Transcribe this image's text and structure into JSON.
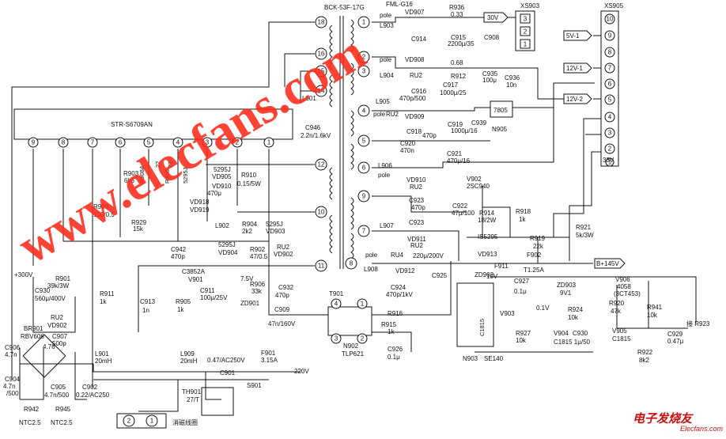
{
  "transformer": {
    "name": "BCK-53F-17G",
    "primary_pins": [
      "18",
      "16",
      "15",
      "14",
      "12",
      "10",
      "11"
    ],
    "secondary_pins": [
      "1",
      "2",
      "3",
      "4",
      "5",
      "6",
      "9",
      "7",
      "8"
    ]
  },
  "ic_main": {
    "name": "STR-S6709AN",
    "pins": [
      "9",
      "8",
      "7",
      "6",
      "5",
      "4",
      "3",
      "2",
      "1"
    ]
  },
  "connectors": {
    "xs903": {
      "name": "XS903",
      "pins": [
        "3",
        "2",
        "1"
      ]
    },
    "xs905": {
      "name": "XS905",
      "pins": [
        "10",
        "9",
        "8",
        "7",
        "6",
        "5",
        "4",
        "3",
        "2",
        "1"
      ]
    }
  },
  "outputs": {
    "v30": "30V",
    "v5": "5V-1",
    "v12a": "12V-1",
    "v12b": "12V-2",
    "v33": "33V",
    "b145": "B+145V",
    "to_r923": "接 R923"
  },
  "parts": {
    "fml": "FML-G16",
    "vd907": "VD907",
    "r936": "R936",
    "r936v": "0.33",
    "l903": "L903",
    "pole": "pole",
    "c915": "C915",
    "c915v": "2200μ/35",
    "c914": "C914",
    "c908": "C908",
    "vd908": "VD908",
    "ru2a": "RU2",
    "r912v": "0.68",
    "r912": "R912",
    "l904": "L904",
    "c916": "C916",
    "c916v": "470p/500",
    "c917": "C917",
    "c917v": "1000μ/25",
    "c935": "C935",
    "c935v": "100μ",
    "c936": "C936",
    "c936v": "10n",
    "l905": "L905",
    "ru2b": "RU2",
    "vd909": "VD909",
    "c918": "C918",
    "c918v": "470p",
    "c919": "C919",
    "c919v": "1000μ/16",
    "c939": "C939",
    "ic7805": "7805",
    "n905": "N905",
    "c920": "C920",
    "c920v": "470n",
    "c921": "C921",
    "c921v": "470μ/16",
    "l906": "L906",
    "vd910": "VD910",
    "ru2c": "RU2",
    "c923": "C923",
    "c923v": "470p",
    "l907": "L907",
    "vd911": "VD911",
    "ru2d": "RU2",
    "c922": "C922",
    "c922v": "47μ/100",
    "v902": "V902",
    "v902t": "2SC940",
    "r914": "R914",
    "r914v": "18/2W",
    "r918": "R918",
    "r918v": "1k",
    "r921": "R921",
    "r921v": "5k/3W",
    "r919": "R919",
    "r919v": "22k",
    "is5295": "IS5295",
    "vd913": "VD913",
    "l908": "L908",
    "ru4": "RU4",
    "vd912": "VD912",
    "c924": "C924",
    "c924v": "470p/1kV",
    "c925": "C925",
    "c925v": "220μ/200V",
    "f902": "F902",
    "f902v": "T1.25A",
    "f911": "F911",
    "zd902": "ZD902",
    "zd902v": "10V",
    "c927": "C927",
    "c927v": "0.1μ",
    "zd903": "ZD903",
    "zd903v": "9V1",
    "v01": "0.1V",
    "r924": "R924",
    "r924v": "10k",
    "v903": "V903",
    "c1815a": "C1815",
    "r927": "R927",
    "r927v": "10k",
    "v904": "V904",
    "c930": "C930",
    "c930v": "C1815 1μ/50",
    "n903": "N903",
    "se140": "SE140",
    "v906": "V906",
    "v906t": "4058",
    "v906t2": "(3CT453)",
    "r920": "R920",
    "r920v": "47k",
    "r941": "R941",
    "r941v": "10k",
    "v905": "V905",
    "c1815b": "C1815",
    "c929": "C929",
    "c929v": "0.47μ",
    "r922": "R922",
    "r922v": "8k2",
    "t901": "T901",
    "r916": "R916",
    "r915": "R915",
    "r915v": "1k",
    "n902": "N902",
    "tlp621": "TLP621",
    "c926": "C926",
    "c926v": "0.1μ",
    "r903": "R903",
    "r903v": "6k8",
    "r908a": "R908A",
    "r908av": "22",
    "r908": "R908",
    "r908v": "22",
    "r909": "R909",
    "r909v": "100/0.5",
    "r5295j": "5295J",
    "vd905": "VD905",
    "vd910b": "VD910",
    "c910v": "470μ",
    "r910": "R910",
    "r910v": "0.15/5W",
    "vd918": "VD918",
    "vd919": "VD919",
    "r929": "R929",
    "r929v": "15k",
    "l901": "L901",
    "c946": "C946",
    "c946v": "2.2n/1.6kV",
    "l902": "L902",
    "r904": "R904",
    "r904v": "2k2",
    "vd903": "VD903",
    "r5295j2": "5295J",
    "vd904": "VD904",
    "r5295j3": "5295J",
    "c942": "C942",
    "c942v": "470p",
    "c3852a": "C3852A",
    "v901": "V901",
    "r902": "R902",
    "r902v": "47/0.5",
    "ru2e": "RU2",
    "vd902": "VD902",
    "c911": "C911",
    "c911v": "100μ/25V",
    "r906": "R906",
    "r906v": "33k",
    "zd901": "ZD901",
    "zd901v": "7.5V",
    "c932": "C932",
    "c932v": "470p",
    "c909": "C909",
    "c909v": "47n/160V",
    "c913": "C913",
    "c913v": "1n",
    "r905": "R905",
    "r905v": "1k",
    "v300": "+300V",
    "r901": "R901",
    "r901v": "39k/3W",
    "c930b": "C930",
    "c930bv": "560μ/400V",
    "r911": "R911",
    "r911v": "1k",
    "ru2f": "RU2",
    "vd902b": "VD902",
    "br901": "BR901",
    "rbv606": "RBV606",
    "c907": "C907",
    "c907v": "500p",
    "c906": "C906",
    "c906v": "4.7n",
    "c904": "C904",
    "c904v": "4.7n",
    "c904v2": "/500",
    "c905": "C905",
    "c905v": "4.7n/500",
    "l901b": "L901",
    "l901bv": "20mH",
    "c902": "C902",
    "c902v": "0.22/AC250",
    "l909": "L909",
    "l909v": "20mH",
    "c901": "C901",
    "c901v": "0.47/AC250V",
    "f901": "F901",
    "f901v": "3.15A",
    "s901": "S901",
    "ac220": "220V",
    "th901": "TH901",
    "th901v": "27/T",
    "r942": "R942",
    "r942v": "NTC2.5",
    "r945": "R945",
    "r945v": "NTC2.5",
    "degauss": "消磁线圈",
    "h476": "4.76"
  },
  "watermark": {
    "text": "www.elecfans.com",
    "color": "#ff2a1a"
  },
  "corner_logo": {
    "cn": "电子发烧友",
    "en": "Elecfans.com",
    "color": "#c81010"
  }
}
